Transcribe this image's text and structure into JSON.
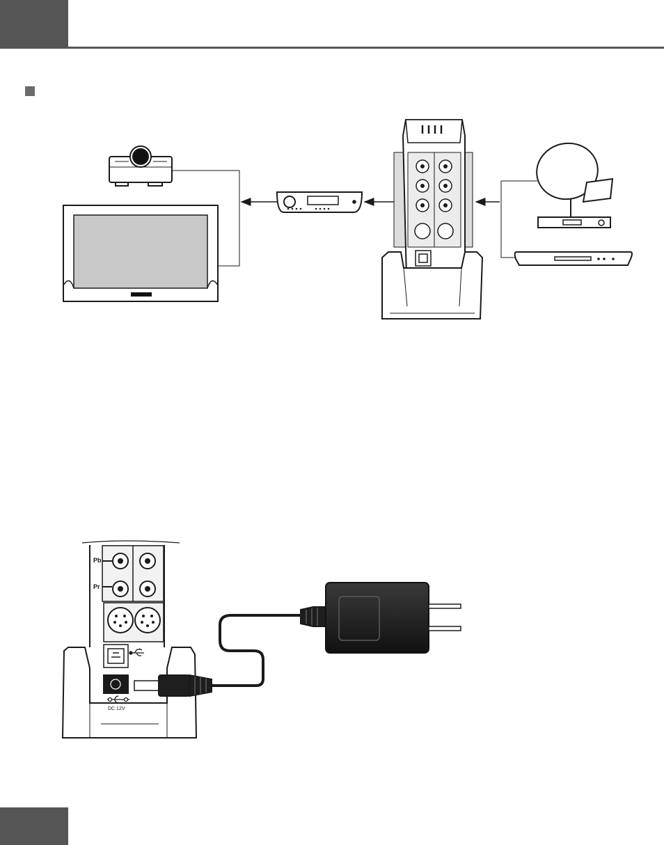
{
  "colors": {
    "header_tab": "#555555",
    "rule": "#555555",
    "bullet": "#6b6b6b",
    "stroke": "#1a1a1a",
    "panel_shade": "#d9d9d9",
    "adapter_body": "#1e1e1e"
  },
  "icons": [
    "projector-icon",
    "television-icon",
    "av-receiver-icon",
    "media-dock-icon",
    "satellite-dish-icon",
    "set-top-box-icon",
    "dvd-player-icon",
    "power-adapter-icon",
    "usb-icon"
  ],
  "connection_diagram": {
    "jack_labels": {
      "pb": "Pb",
      "pr": "Pr",
      "dc": "DC 12V"
    }
  }
}
